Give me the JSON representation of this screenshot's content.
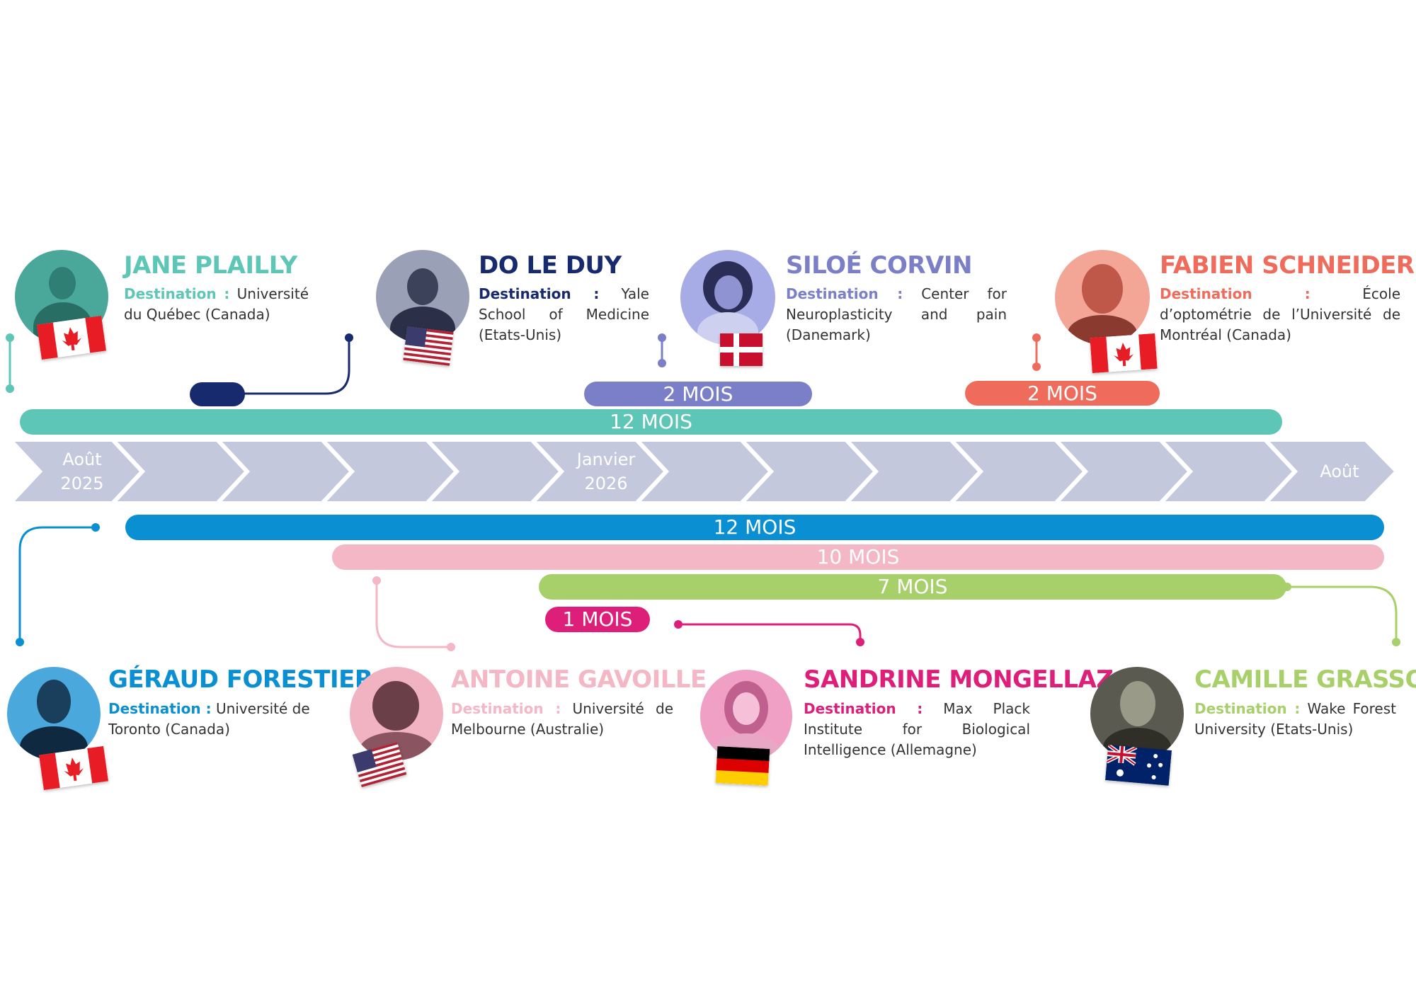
{
  "timeline": {
    "labels": [
      {
        "text": "Août\n2025"
      },
      {
        "text": "Janvier\n2026"
      },
      {
        "text": "Août"
      }
    ]
  },
  "people_top": [
    {
      "name": "JANE PLAILLY",
      "dest_label": "Destination :",
      "dest_text": "Université du Québec (Canada)",
      "color": "#5ec6b6",
      "flag": "canada-flag"
    },
    {
      "name": "DO LE DUY",
      "dest_label": "Destination :",
      "dest_text": "Yale School of Medicine (Etats-Unis)",
      "color": "#172a6e",
      "flag": "usa-flag"
    },
    {
      "name": "SILOÉ CORVIN",
      "dest_label": "Destination :",
      "dest_text": "Center for Neuroplasticity and pain (Danemark)",
      "color": "#7b7fc8",
      "flag": "denmark-flag"
    },
    {
      "name": "FABIEN SCHNEIDER",
      "dest_label": "Destination :",
      "dest_text": "École d’optométrie de l’Université de Montréal (Canada)",
      "color": "#ef6b5b",
      "flag": "canada-flag"
    }
  ],
  "people_bottom": [
    {
      "name": "GÉRAUD FORESTIER",
      "dest_label": "Destination :",
      "dest_text": "Université de Toronto (Canada)",
      "color": "#0a8fd3",
      "flag": "canada-flag"
    },
    {
      "name": "ANTOINE GAVOILLE",
      "dest_label": "Destination :",
      "dest_text": "Université de Melbourne (Australie)",
      "color": "#f4b7c6",
      "flag": "usa-flag"
    },
    {
      "name": "SANDRINE MONGELLAZ",
      "dest_label": "Destination :",
      "dest_text": "Max Plack Institute for Biological Intelligence (Allemagne)",
      "color": "#dd1f7a",
      "flag": "germany-flag"
    },
    {
      "name": "CAMILLE GRASSO",
      "dest_label": "Destination :",
      "dest_text": "Wake Forest University (Etats-Unis)",
      "color": "#a8d06a",
      "flag": "australia-flag"
    }
  ],
  "bars": {
    "jane": "12 MOIS",
    "do_le_duy": "",
    "siloe": "2 MOIS",
    "fabien": "2 MOIS",
    "geraud": "12 MOIS",
    "antoine": "10 MOIS",
    "camille": "7 MOIS",
    "sandrine": "1 MOIS"
  }
}
